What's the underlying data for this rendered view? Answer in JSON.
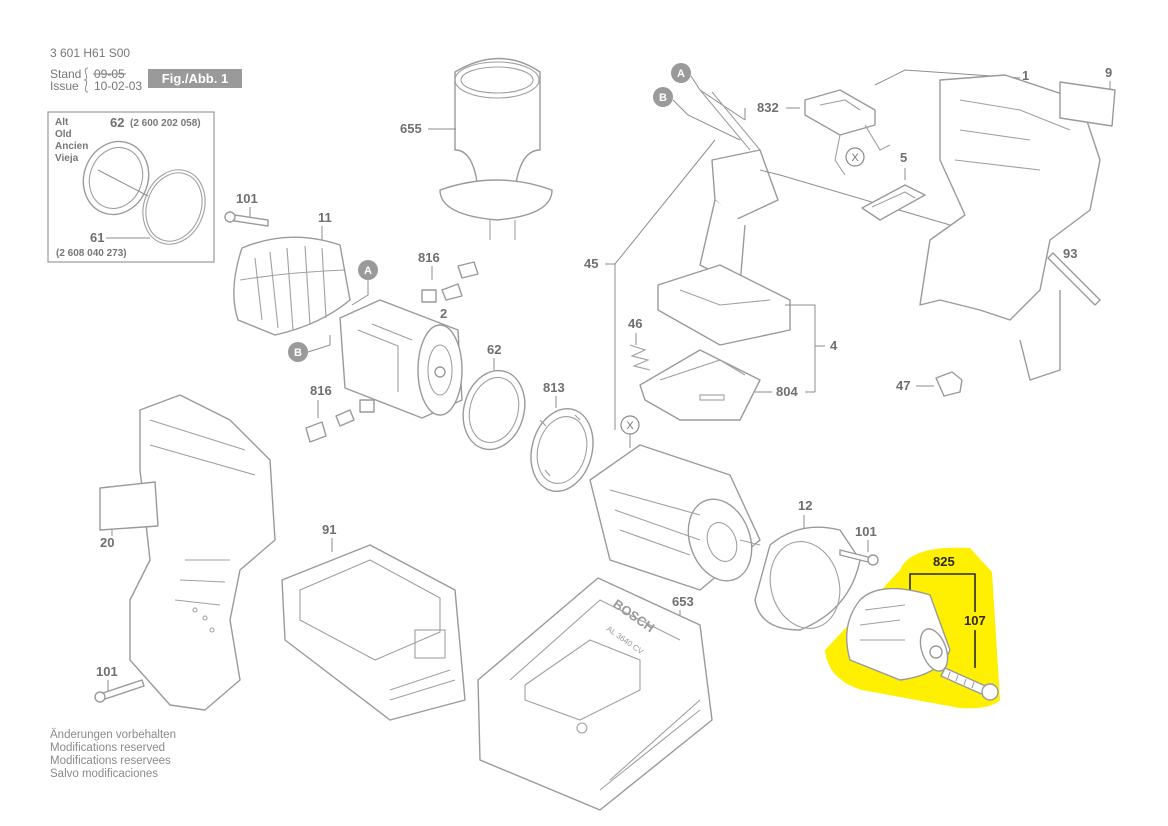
{
  "header": {
    "doc_number": "3 601 H61 S00",
    "stand_label": "Stand",
    "stand_value": "09-05",
    "issue_label": "Issue",
    "issue_value": "10-02-03",
    "fig_label": "Fig./Abb. 1"
  },
  "old_box": {
    "lang_lines": [
      "Alt",
      "Old",
      "Ancien",
      "Vieja"
    ],
    "part_a_number": "62",
    "part_a_code": "(2 600 202 058)",
    "part_b_number": "61",
    "part_b_code": "(2 608 040 273)"
  },
  "parts": {
    "p655": "655",
    "p101a": "101",
    "p11": "11",
    "p816a": "816",
    "p2": "2",
    "p816b": "816",
    "p62": "62",
    "p813": "813",
    "p832": "832",
    "p5": "5",
    "p1": "1",
    "p9": "9",
    "p45": "45",
    "p46": "46",
    "p4": "4",
    "p804": "804",
    "p93": "93",
    "p47": "47",
    "p12": "12",
    "p101b": "101",
    "p825": "825",
    "p107": "107",
    "p91": "91",
    "p653": "653",
    "p20": "20",
    "p101c": "101"
  },
  "callouts": {
    "a": "A",
    "b": "B",
    "x": "X"
  },
  "charger_text": {
    "brand": "BOSCH",
    "model": "AL 3640 CV"
  },
  "footer": {
    "lines": [
      "Änderungen vorbehalten",
      "Modifications reserved",
      "Modifications reservees",
      "Salvo modificaciones"
    ]
  },
  "colors": {
    "highlight": "#ffef00",
    "line": "#9a9a9a",
    "text": "#777777"
  }
}
